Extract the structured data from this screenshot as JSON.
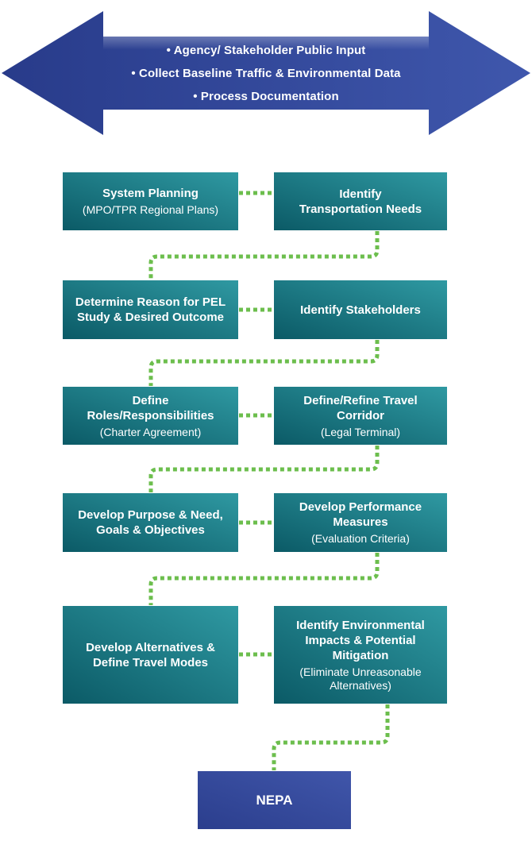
{
  "banner": {
    "items": [
      "• Agency/ Stakeholder Public Input",
      "• Collect Baseline Traffic & Environmental  Data",
      "• Process Documentation"
    ]
  },
  "rows": [
    {
      "left": {
        "title": [
          "System Planning"
        ],
        "subtitle": [
          "(MPO/TPR Regional Plans)"
        ]
      },
      "right": {
        "title": [
          "Identify",
          "Transportation Needs"
        ],
        "subtitle": []
      }
    },
    {
      "left": {
        "title": [
          "Determine Reason for PEL",
          "Study & Desired Outcome"
        ],
        "subtitle": []
      },
      "right": {
        "title": [
          "Identify Stakeholders"
        ],
        "subtitle": []
      }
    },
    {
      "left": {
        "title": [
          "Define",
          "Roles/Responsibilities"
        ],
        "subtitle": [
          "(Charter Agreement)"
        ]
      },
      "right": {
        "title": [
          "Define/Refine Travel",
          "Corridor"
        ],
        "subtitle": [
          "(Legal Terminal)"
        ]
      }
    },
    {
      "left": {
        "title": [
          "Develop Purpose & Need,",
          "Goals & Objectives"
        ],
        "subtitle": []
      },
      "right": {
        "title": [
          "Develop Performance",
          "Measures"
        ],
        "subtitle": [
          "(Evaluation Criteria)"
        ]
      }
    },
    {
      "left": {
        "title": [
          "Develop Alternatives &",
          "Define Travel Modes"
        ],
        "subtitle": []
      },
      "right": {
        "title": [
          "Identify Environmental",
          "Impacts & Potential",
          "Mitigation"
        ],
        "subtitle": [
          "(Eliminate Unreasonable",
          "Alternatives)"
        ]
      }
    }
  ],
  "nepa": {
    "label": "NEPA"
  },
  "colors": {
    "teal_dark": "#0b5a66",
    "teal_light": "#2f99a2",
    "blue_dark": "#2b3e8d",
    "blue_light": "#4056aa",
    "green": "#6cbe4d"
  }
}
